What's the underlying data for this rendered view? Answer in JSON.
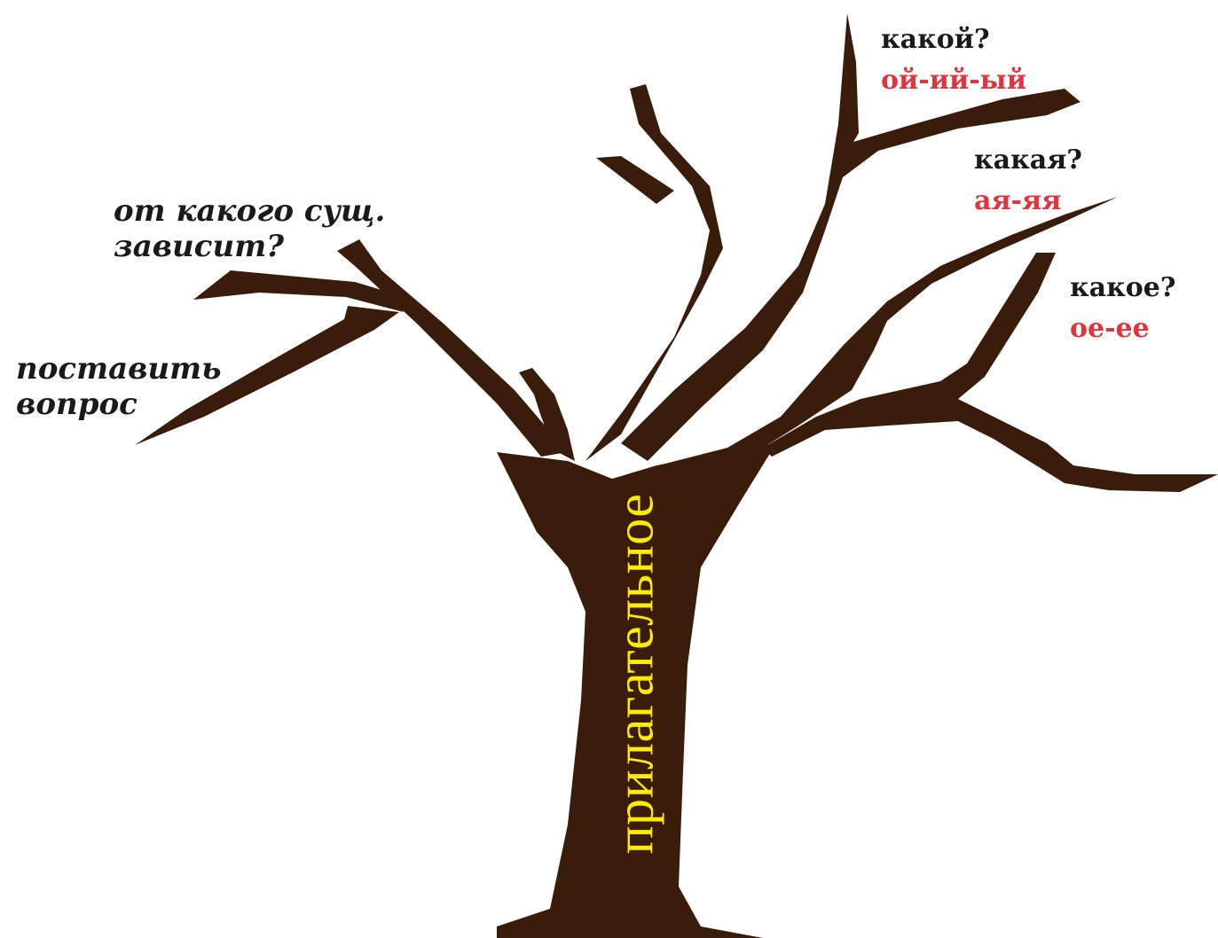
{
  "colors": {
    "tree": "#3a1c0a",
    "trunk_text": "#ffeb00",
    "ending_text": "#e0353d",
    "label_text": "#1a1a1a"
  },
  "trunk_label": "прилагательное",
  "left_notes": {
    "noun_question": [
      "от какого сущ.",
      "зависит?"
    ],
    "ask_question": [
      "поставить",
      "вопрос"
    ]
  },
  "branches": [
    {
      "question": "какой?",
      "endings": "ой-ий-ый"
    },
    {
      "question": "какая?",
      "endings": "ая-яя"
    },
    {
      "question": "какое?",
      "endings": "ое-ее"
    }
  ]
}
